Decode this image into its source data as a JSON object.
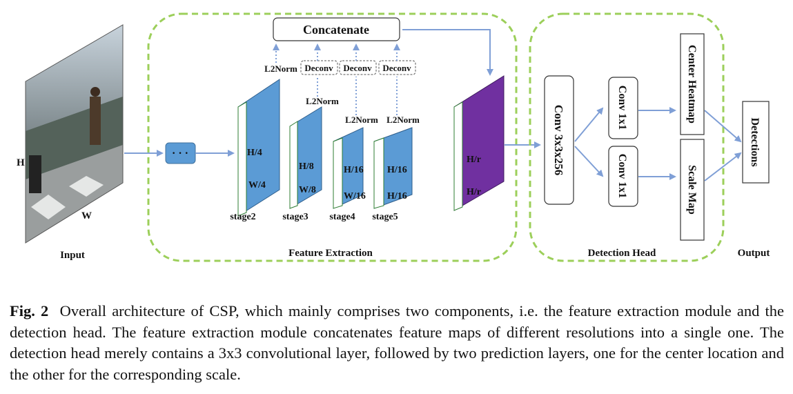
{
  "input": {
    "label": "Input",
    "h": "H",
    "w": "W"
  },
  "sections": {
    "feature_extraction": "Feature Extraction",
    "detection_head": "Detection Head",
    "output": "Output"
  },
  "ellipsis": "· · ·",
  "concatenate": "Concatenate",
  "l2norm": "L2Norm",
  "deconv": "Deconv",
  "stages": [
    {
      "name": "stage2",
      "h": "H/4",
      "w": "W/4"
    },
    {
      "name": "stage3",
      "h": "H/8",
      "w": "W/8"
    },
    {
      "name": "stage4",
      "h": "H/16",
      "w": "W/16"
    },
    {
      "name": "stage5",
      "h": "H/16",
      "w": "H/16"
    }
  ],
  "merged": {
    "h": "H/r",
    "w": "H/r"
  },
  "head": {
    "conv3": "Conv 3x3x256",
    "conv1_top": "Conv 1x1",
    "conv1_bottom": "Conv 1x1",
    "center_heatmap": "Center Heatmap",
    "scale_map": "Scale Map",
    "detections": "Detections"
  },
  "caption": {
    "label": "Fig. 2",
    "text": "Overall architecture of CSP, which mainly comprises two components, i.e. the feature extraction module and the detection head. The feature extraction module concatenates feature maps of different resolutions into a single one. The detection head merely contains a 3x3 convolutional layer, followed by two prediction layers, one for the center location and the other for the corresponding scale."
  },
  "colors": {
    "stage_blue": "#5b9bd5",
    "merged_purple": "#7030a0",
    "arrow_blue": "#7f9fd6",
    "dashed_green": "#9ccf5a"
  }
}
